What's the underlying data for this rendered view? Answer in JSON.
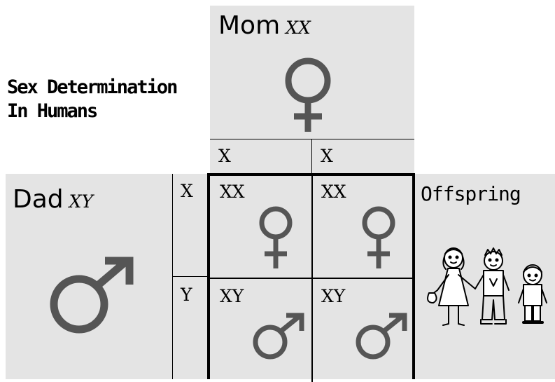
{
  "title": {
    "line1": "Sex Determination",
    "line2": "In Humans"
  },
  "mom": {
    "name": "Mom",
    "genotype": "XX",
    "symbol": "female-symbol"
  },
  "dad": {
    "name": "Dad",
    "genotype": "XY",
    "symbol": "male-symbol"
  },
  "mom_alleles": [
    "X",
    "X"
  ],
  "dad_alleles": [
    "X",
    "Y"
  ],
  "punnett": {
    "cells": [
      {
        "genotype": "XX",
        "symbol": "female-symbol"
      },
      {
        "genotype": "XX",
        "symbol": "female-symbol"
      },
      {
        "genotype": "XY",
        "symbol": "male-symbol"
      },
      {
        "genotype": "XY",
        "symbol": "male-symbol"
      }
    ]
  },
  "offspring": {
    "label": "Offspring",
    "image": "children-drawing"
  },
  "colors": {
    "panel": "#e4e4e4",
    "symbol": "#555555",
    "grid": "#000000"
  }
}
